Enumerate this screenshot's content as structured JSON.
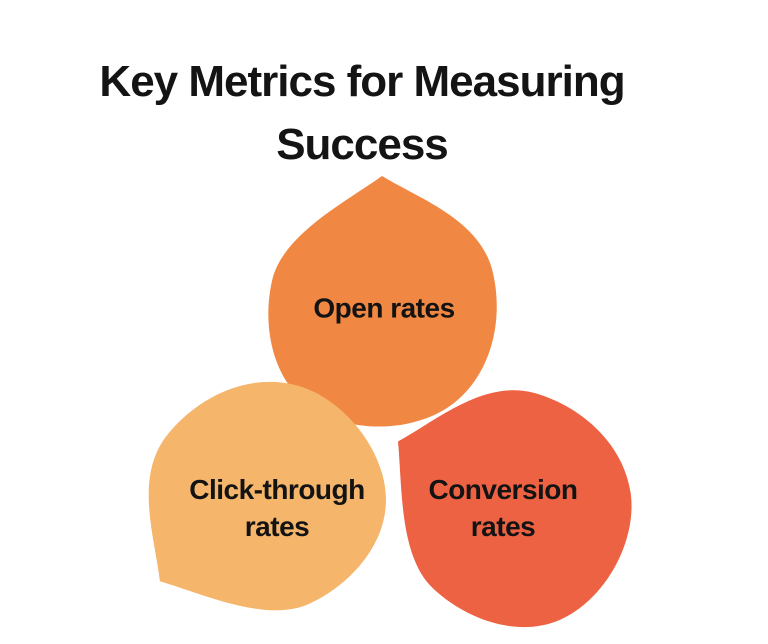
{
  "title": {
    "text": "Key Metrics for Measuring Success",
    "lines": [
      "Key Metrics for Measuring",
      "Success"
    ]
  },
  "colors": {
    "background": "#FFFFFF",
    "title_text": "#141414",
    "label_text": "#131313"
  },
  "diagram": {
    "nodes": [
      {
        "label": "Open rates",
        "lines": [
          "Open rates"
        ],
        "color": "#F08742"
      },
      {
        "label": "Click-through rates",
        "lines": [
          "Click-through",
          "rates"
        ],
        "color": "#F5B56B"
      },
      {
        "label": "Conversion rates",
        "lines": [
          "Conversion",
          "rates"
        ],
        "color": "#ED6243"
      }
    ]
  }
}
